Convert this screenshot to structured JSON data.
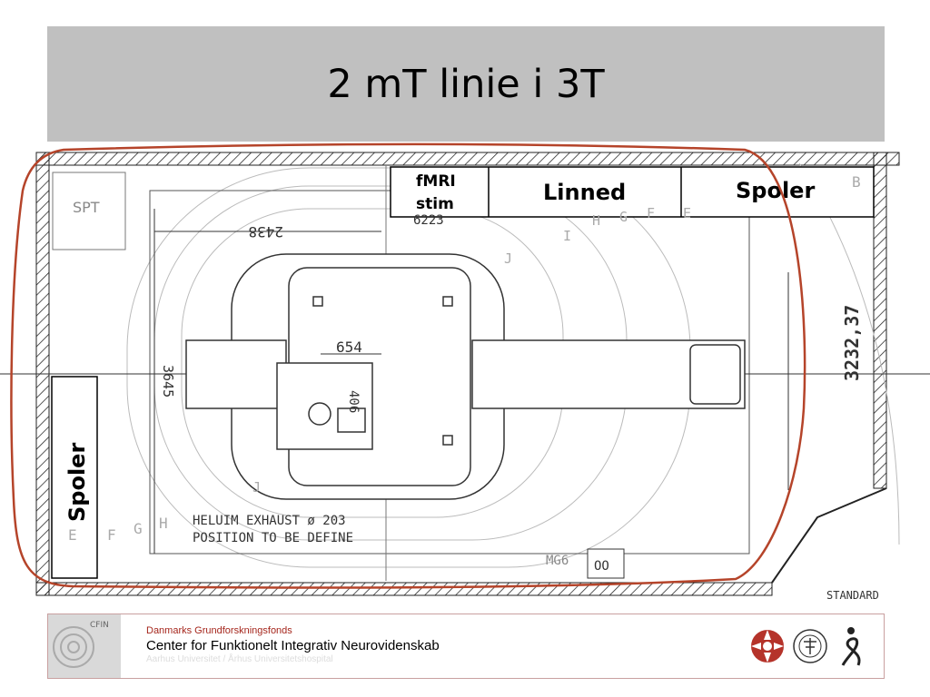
{
  "slide": {
    "title": "2 mT linie i 3T"
  },
  "drawing": {
    "header_cells": [
      "fMRI\nstim",
      "Linned",
      "Spoler"
    ],
    "header_cell_1_line1": "fMRI",
    "header_cell_1_line2": "stim",
    "side_label": "Spoler",
    "spt_label": "SPT",
    "dim_top": "2438",
    "dim_top_small": "6223",
    "dim_center": "654",
    "dim_vertical_small": "406",
    "dim_left": "3645",
    "dim_right": "3232,37",
    "note_line1": "HELUIM EXHAUST ø 203",
    "note_line2": "POSITION TO BE DEFINE",
    "mg_label": "MG6",
    "standard_label": "STANDARD",
    "letters_bottom": [
      "E",
      "F",
      "G",
      "H"
    ],
    "letters_top": [
      "H",
      "G",
      "F",
      "E"
    ],
    "letter_b": "B",
    "letter_j": "J",
    "letter_i": "I",
    "circle_label": "OO",
    "annotation_color": "#b5442a"
  },
  "footer": {
    "line1": "Danmarks Grundforskningsfonds",
    "line2": "Center for Funktionelt Integrativ Neurovidenskab",
    "line3": "Aarhus Universitet / Århus Universitetshospital",
    "cfin_label": "CFIN"
  }
}
